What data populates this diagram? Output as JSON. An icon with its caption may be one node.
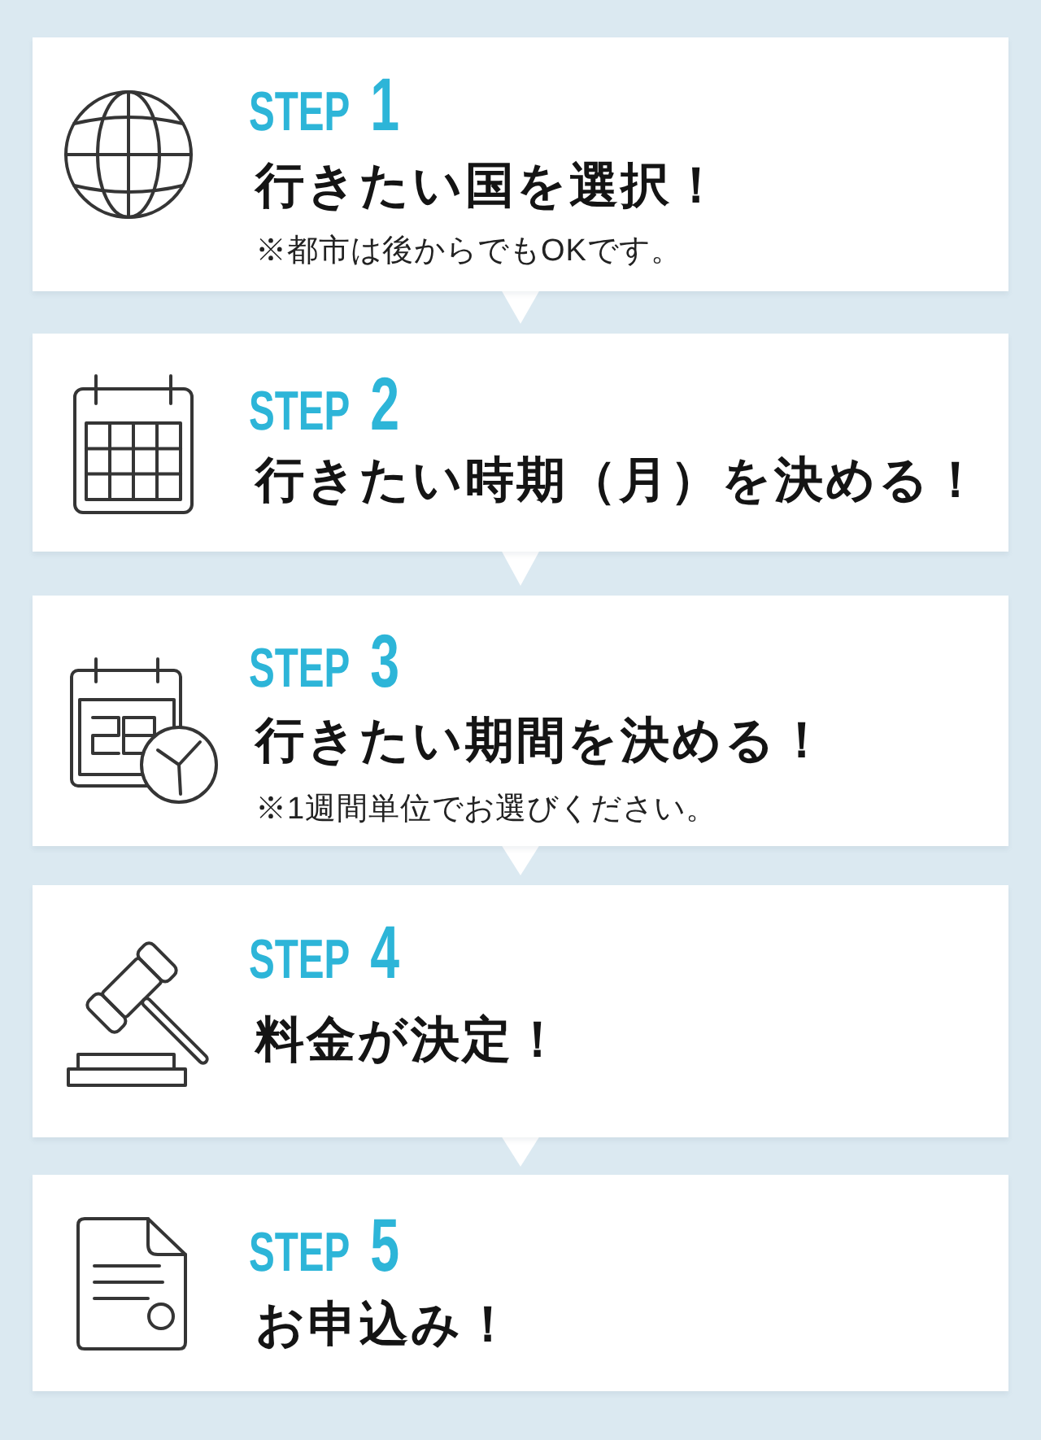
{
  "diagram": {
    "nodes": [
      {
        "text": [
          "STEP 1",
          "行きたい国を選択！",
          "※都市は後からでもOKです。"
        ]
      },
      {
        "text": [
          "STEP 2",
          "行きたい時期（月）を決める！"
        ]
      },
      {
        "text": [
          "STEP 3",
          "行きたい期間を決める！",
          "※1週間単位でお選びください。"
        ]
      },
      {
        "text": [
          "STEP 4",
          "料金が決定！"
        ]
      },
      {
        "text": [
          "STEP 5",
          "お申込み！"
        ]
      }
    ],
    "edges": [
      {
        "from": 0,
        "to": 1,
        "arrow": "to"
      },
      {
        "from": 1,
        "to": 2,
        "arrow": "to"
      },
      {
        "from": 2,
        "to": 3,
        "arrow": "to"
      },
      {
        "from": 3,
        "to": 4,
        "arrow": "to"
      }
    ]
  }
}
